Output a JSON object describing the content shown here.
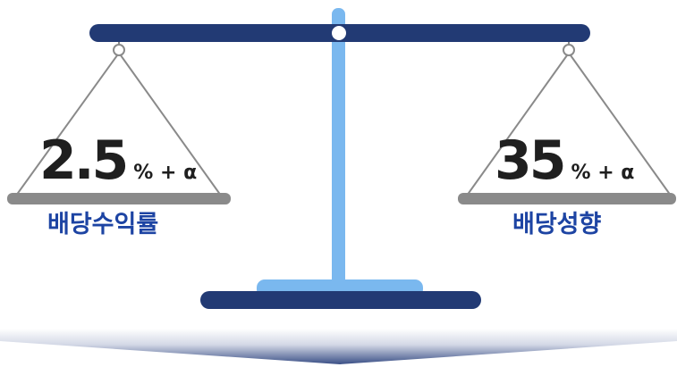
{
  "colors": {
    "beam": "#223a74",
    "pole": "#7ab8ef",
    "base": "#223a74",
    "pan": "#8a8a8a",
    "string": "#8a8a8a",
    "label": "#1d44a3",
    "number": "#1f1f1f",
    "arrow": "#3a4f86"
  },
  "left_pan": {
    "number": "2.5",
    "suffix": "% + α",
    "label": "배당수익률"
  },
  "right_pan": {
    "number": "35",
    "suffix": "% + α",
    "label": "배당성향"
  }
}
